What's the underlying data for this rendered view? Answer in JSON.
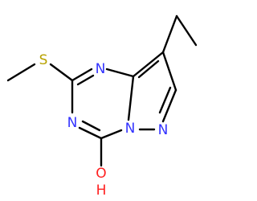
{
  "molecule": {
    "atoms": {
      "sulfur": {
        "label": "S"
      },
      "n_top": {
        "label": "N"
      },
      "n_bottom": {
        "label": "N"
      },
      "n_bridge": {
        "label": "N"
      },
      "n_pyrazole": {
        "label": "N"
      },
      "oxygen": {
        "label": "O"
      },
      "hydrogen": {
        "label": "H"
      }
    },
    "colors": {
      "bond": "#000000",
      "sulfur": "#b8a200",
      "nitrogen": "#3333ff",
      "oxygen": "#ff2020"
    }
  }
}
